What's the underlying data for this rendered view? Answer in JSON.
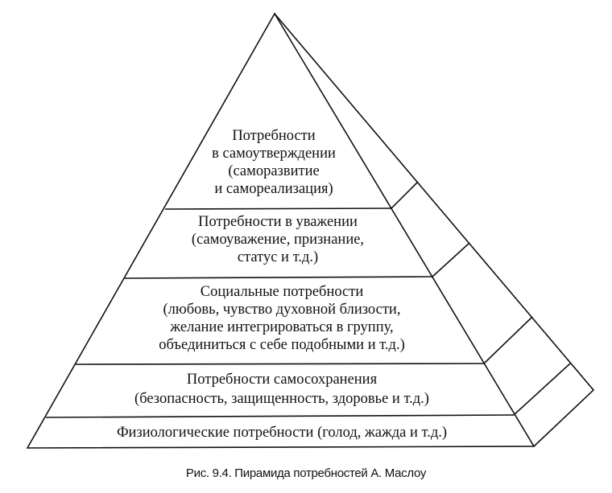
{
  "diagram": {
    "type": "pyramid",
    "levels": [
      {
        "order": 5,
        "title": "Потребности",
        "lines": [
          "Потребности",
          "в самоутверждении",
          "(саморазвитие",
          "и самореализация)"
        ]
      },
      {
        "order": 4,
        "lines": [
          "Потребности в уважении",
          "(самоуважение, признание,",
          "статус и т.д.)"
        ]
      },
      {
        "order": 3,
        "lines": [
          "Социальные потребности",
          "(любовь, чувство духовной близости,",
          "желание интегрироваться в группу,",
          "объединиться с себе подобными и т.д.)"
        ]
      },
      {
        "order": 2,
        "lines": [
          "Потребности самосохранения",
          "(безопасность, защищенность, здоровье и т.д.)"
        ]
      },
      {
        "order": 1,
        "lines": [
          "Физиологические потребности (голод, жажда и т.д.)"
        ]
      }
    ],
    "line_color": "#111111",
    "background": "#ffffff"
  },
  "caption": "Рис. 9.4. Пирамида потребностей А. Маслоу"
}
